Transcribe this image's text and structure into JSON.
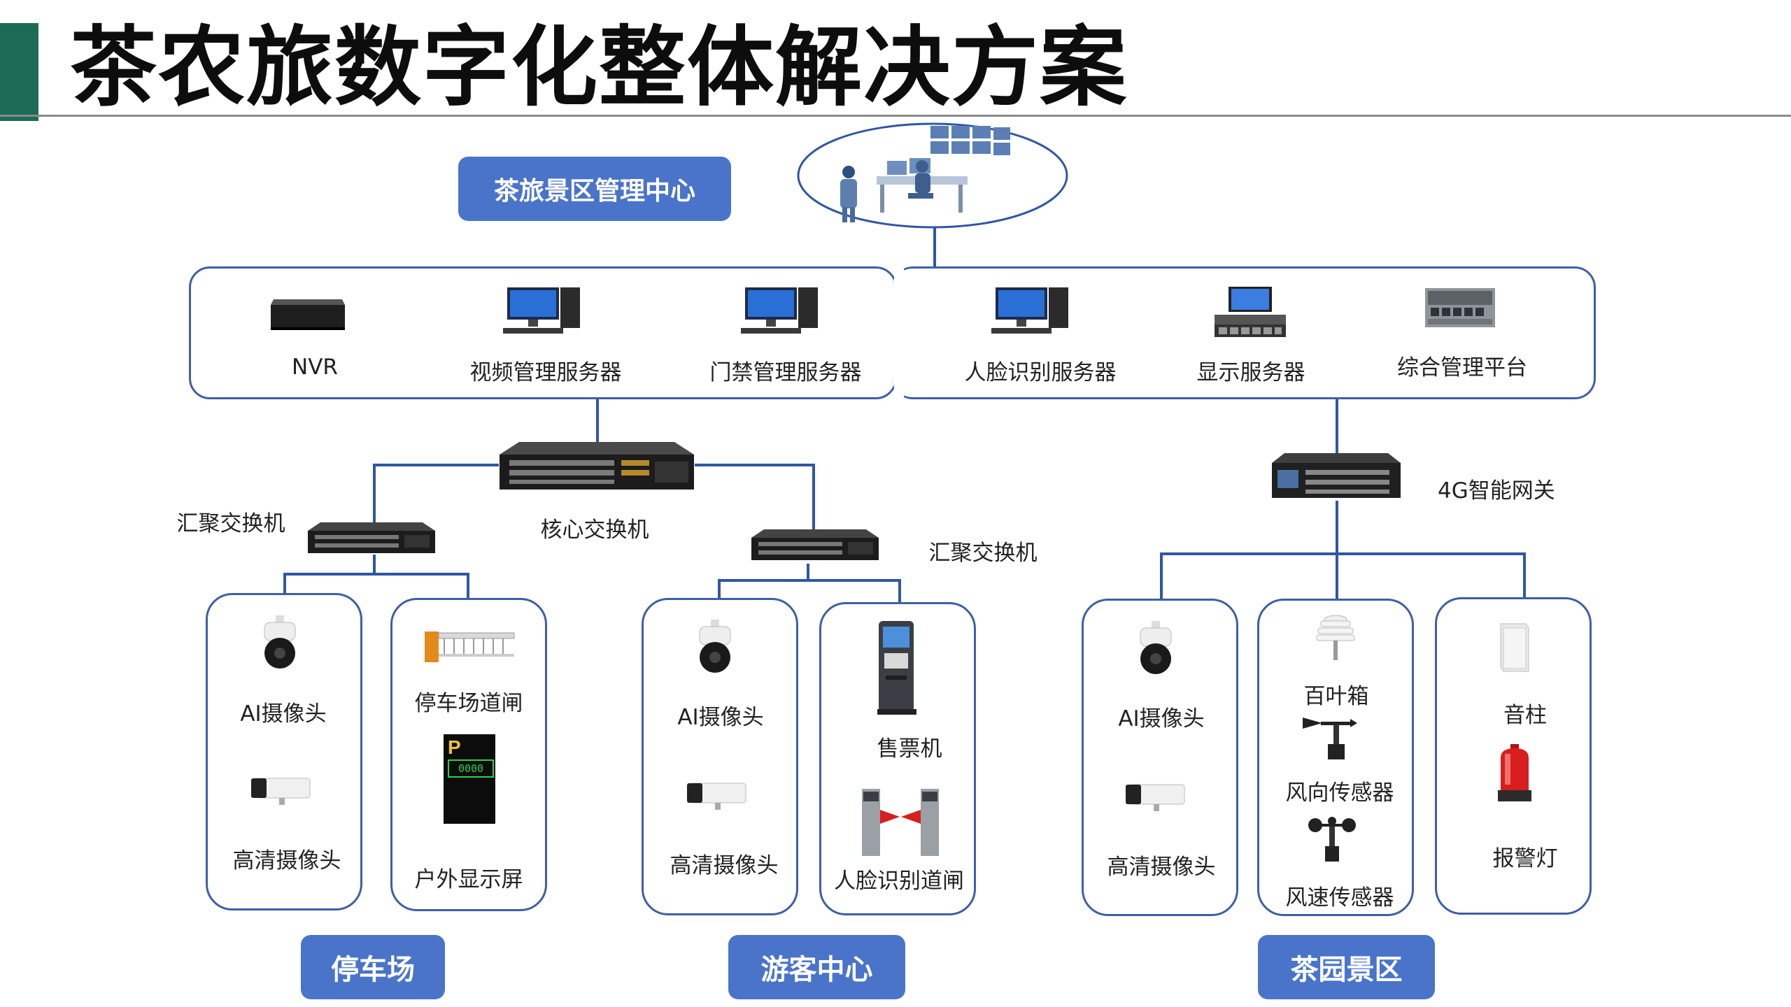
{
  "title": "茶农旅数字化整体解决方案",
  "colors": {
    "accent": "#1d6b57",
    "line": "#2f57a3",
    "pill": "#4a74c9"
  },
  "management_center": {
    "label": "茶旅景区管理中心",
    "icon": "control-room-icon"
  },
  "server_row": [
    {
      "label": "NVR",
      "icon": "nvr-icon"
    },
    {
      "label": "视频管理服务器",
      "icon": "computer-icon"
    },
    {
      "label": "门禁管理服务器",
      "icon": "computer-icon"
    },
    {
      "label": "人脸识别服务器",
      "icon": "computer-icon"
    },
    {
      "label": "显示服务器",
      "icon": "server-icon"
    },
    {
      "label": "综合管理平台",
      "icon": "platform-icon"
    }
  ],
  "core_switch": {
    "label": "核心交换机"
  },
  "agg_switch_left": {
    "label": "汇聚交换机"
  },
  "agg_switch_right": {
    "label": "汇聚交换机"
  },
  "gateway": {
    "label": "4G智能网关"
  },
  "zones": {
    "parking": {
      "label": "停车场",
      "panel1": [
        {
          "label": "AI摄像头",
          "icon": "dome-camera-icon"
        },
        {
          "label": "高清摄像头",
          "icon": "bullet-camera-icon"
        }
      ],
      "panel2": [
        {
          "label": "停车场道闸",
          "icon": "barrier-gate-icon"
        },
        {
          "label": "户外显示屏",
          "icon": "outdoor-display-icon",
          "screen_text": "0000"
        }
      ]
    },
    "visitor": {
      "label": "游客中心",
      "panel1": [
        {
          "label": "AI摄像头",
          "icon": "dome-camera-icon"
        },
        {
          "label": "高清摄像头",
          "icon": "bullet-camera-icon"
        }
      ],
      "panel2": [
        {
          "label": "售票机",
          "icon": "ticket-machine-icon"
        },
        {
          "label": "人脸识别道闸",
          "icon": "face-gate-icon"
        }
      ]
    },
    "tea_garden": {
      "label": "茶园景区",
      "panel1": [
        {
          "label": "AI摄像头",
          "icon": "dome-camera-icon"
        },
        {
          "label": "高清摄像头",
          "icon": "bullet-camera-icon"
        }
      ],
      "panel2": [
        {
          "label": "百叶箱",
          "icon": "louver-box-icon"
        },
        {
          "label": "风向传感器",
          "icon": "wind-vane-icon"
        },
        {
          "label": "风速传感器",
          "icon": "anemometer-icon"
        }
      ],
      "panel3": [
        {
          "label": "音柱",
          "icon": "speaker-column-icon"
        },
        {
          "label": "报警灯",
          "icon": "alarm-light-icon"
        }
      ]
    }
  }
}
